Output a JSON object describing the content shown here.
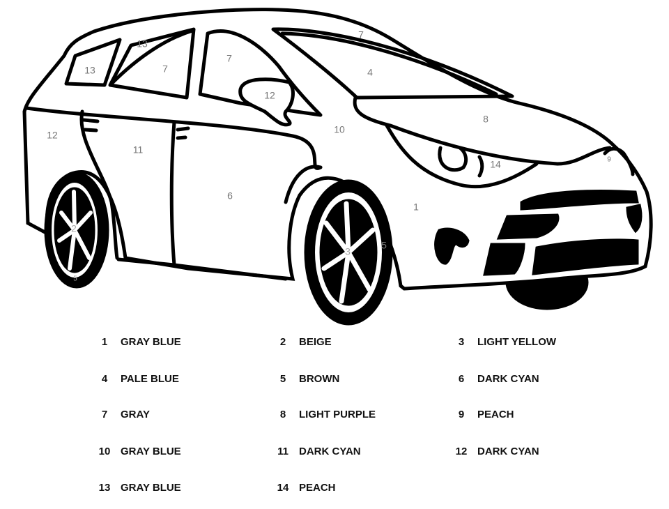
{
  "drawing_numbers": {
    "windshield_top": "7",
    "rear_window_top": "13",
    "rear_window": "13",
    "mid_window": "7",
    "front_window": "7",
    "windshield": "4",
    "mirror": "12",
    "hood": "8",
    "fender": "10",
    "rear_panel": "12",
    "rear_door": "11",
    "headlight": "14",
    "emblem": "9",
    "front_door": "6",
    "bumper": "1",
    "rear_wheel": "2",
    "front_wheel": "3",
    "front_tire": "5",
    "rear_tire": "5"
  },
  "legend": [
    {
      "number": "1",
      "color": "GRAY BLUE"
    },
    {
      "number": "2",
      "color": "BEIGE"
    },
    {
      "number": "3",
      "color": "LIGHT YELLOW"
    },
    {
      "number": "4",
      "color": "PALE BLUE"
    },
    {
      "number": "5",
      "color": "BROWN"
    },
    {
      "number": "6",
      "color": "DARK CYAN"
    },
    {
      "number": "7",
      "color": "GRAY"
    },
    {
      "number": "8",
      "color": "LIGHT PURPLE"
    },
    {
      "number": "9",
      "color": "PEACH"
    },
    {
      "number": "10",
      "color": "GRAY BLUE"
    },
    {
      "number": "11",
      "color": "DARK CYAN"
    },
    {
      "number": "12",
      "color": "DARK CYAN"
    },
    {
      "number": "13",
      "color": "GRAY BLUE"
    },
    {
      "number": "14",
      "color": "PEACH"
    }
  ]
}
